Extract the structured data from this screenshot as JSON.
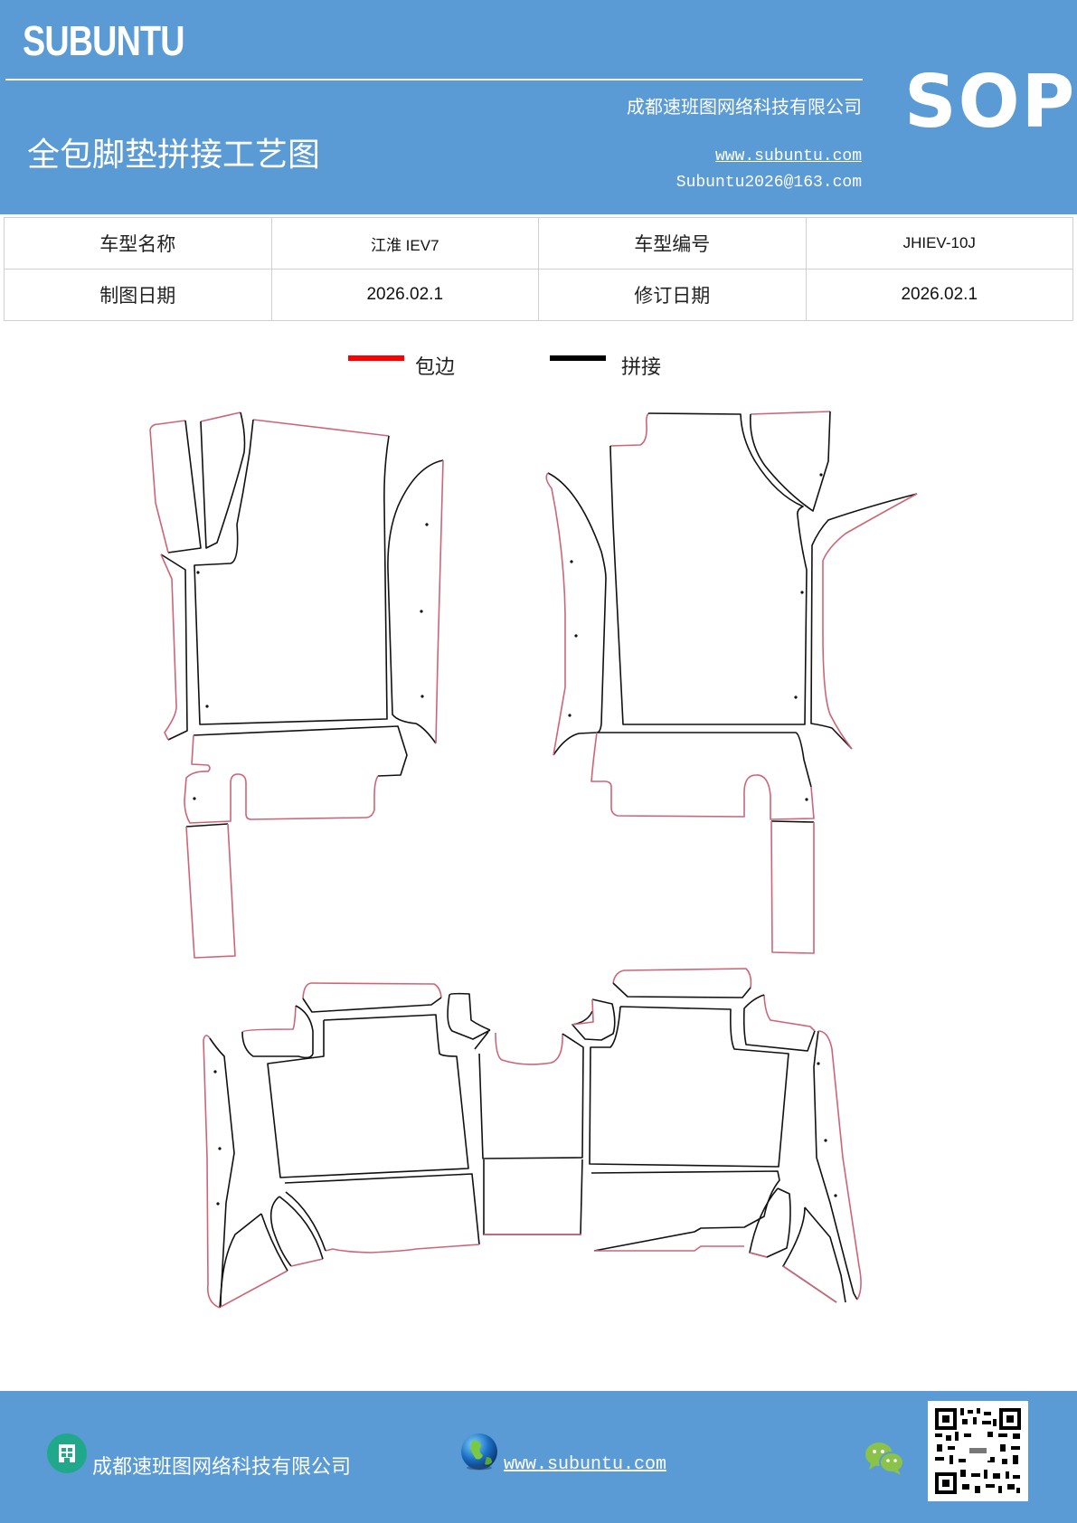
{
  "header": {
    "brand": "SUBUNTU",
    "doc_title": "全包脚垫拼接工艺图",
    "company": "成都速班图网络科技有限公司",
    "website": "www.subuntu.com",
    "email": "Subuntu2026@163.com",
    "badge": "SOP",
    "bg_color": "#5b9bd5"
  },
  "info_table": {
    "rows": [
      {
        "label1": "车型名称",
        "value1": "江淮 IEV7",
        "label2": "车型编号",
        "value2": "JHIEV-10J"
      },
      {
        "label1": "制图日期",
        "value1": "2026.02.1",
        "label2": "修订日期",
        "value2": "2026.02.1"
      }
    ]
  },
  "legend": {
    "items": [
      {
        "label": "包边",
        "color": "#ff0000"
      },
      {
        "label": "拼接",
        "color": "#000000"
      }
    ]
  },
  "diagram": {
    "edge_color": "#cc6677",
    "seam_color": "#111111",
    "groups": [
      "front-left-mat",
      "front-right-mat",
      "rear-mat"
    ]
  },
  "footer": {
    "company": "成都速班图网络科技有限公司",
    "website": "www.subuntu.com",
    "icons": [
      "building-icon",
      "globe-icon",
      "wechat-icon",
      "qr-code"
    ]
  }
}
